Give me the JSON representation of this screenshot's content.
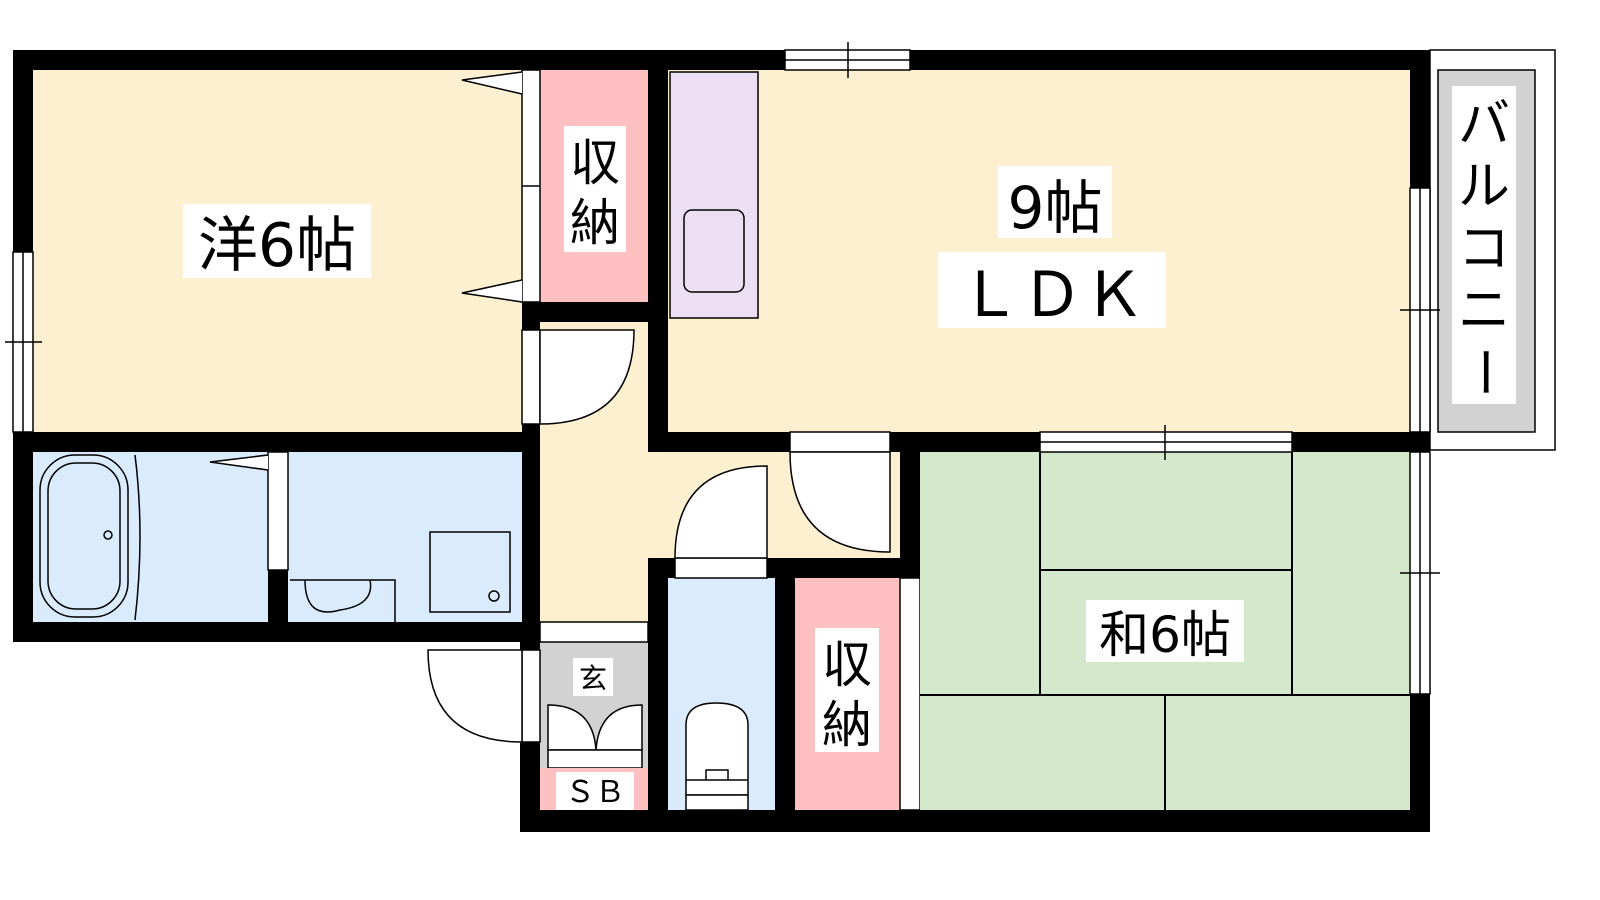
{
  "colors": {
    "wall": "#000000",
    "western_room": "#fdf0d0",
    "ldk": "#fdf0d0",
    "hall": "#fdf0d0",
    "storage": "#fec0c0",
    "kitchen": "#ecdff4",
    "bath": "#d9ebfd",
    "japanese_room": "#d4e8cc",
    "balcony": "#d2d2d2",
    "entrance": "#d2d2d2"
  },
  "rooms": {
    "western": "洋6帖",
    "storage_top": [
      "収",
      "納"
    ],
    "ldk_size": "9帖",
    "ldk": "ＬＤＫ",
    "balcony": [
      "バ",
      "ル",
      "コ",
      "ニ",
      "ー"
    ],
    "japanese": "和6帖",
    "storage_bottom": [
      "収",
      "納"
    ],
    "entrance": "玄",
    "shoe_box": "ＳＢ"
  }
}
